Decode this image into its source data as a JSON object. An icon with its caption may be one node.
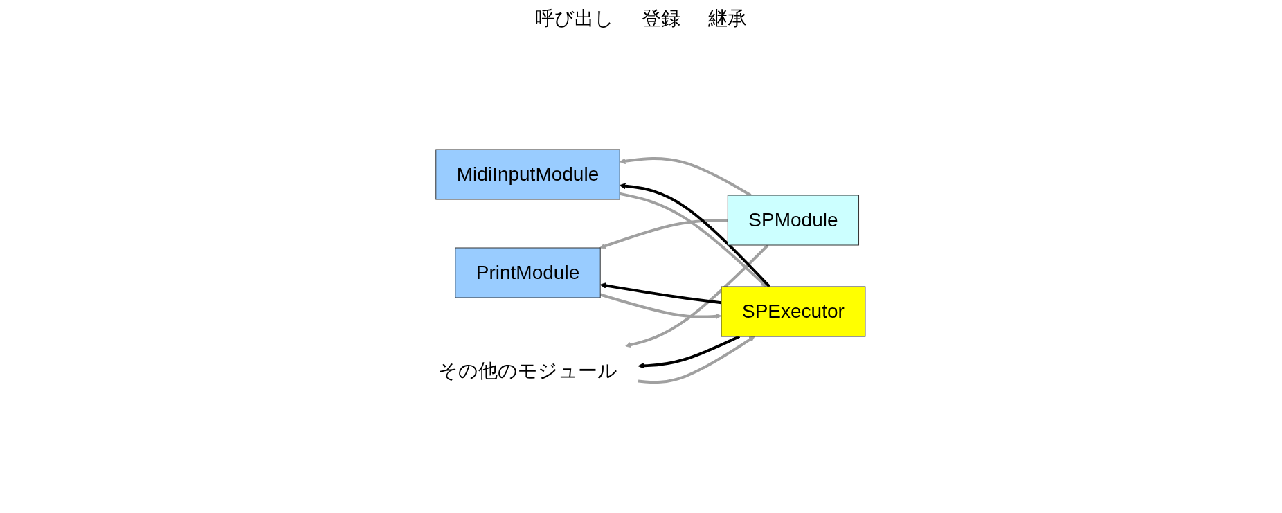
{
  "diagram": {
    "nodes": [
      {
        "text": [
          "SPExecutor"
        ]
      },
      {
        "text": [
          "MidiInputModule"
        ]
      },
      {
        "text": [
          "PrintModule"
        ]
      },
      {
        "text": [
          "その他のモジュール"
        ]
      },
      {
        "text": [
          "SPModule"
        ]
      }
    ],
    "edges": [
      {
        "from": 4,
        "to": 1,
        "arrow": "to"
      },
      {
        "from": 4,
        "to": 2,
        "arrow": "to"
      },
      {
        "from": 4,
        "to": 3,
        "arrow": "to"
      },
      {
        "from": 1,
        "to": 0,
        "arrow": "to"
      },
      {
        "from": 2,
        "to": 0,
        "arrow": "to"
      },
      {
        "from": 3,
        "to": 0,
        "arrow": "to"
      },
      {
        "from": 0,
        "to": 1,
        "arrow": "to",
        "color": "#000000"
      },
      {
        "from": 0,
        "to": 2,
        "arrow": "to",
        "color": "#000000"
      },
      {
        "from": 0,
        "to": 3,
        "arrow": "to",
        "color": "#000000"
      }
    ],
    "labels": [
      "呼び出し",
      "登録",
      "継承"
    ]
  }
}
